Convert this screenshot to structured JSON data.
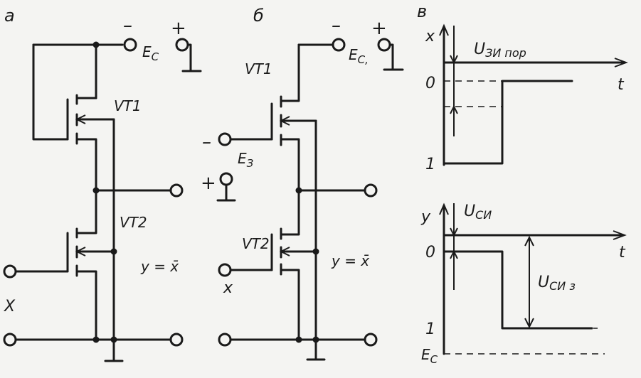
{
  "panels": {
    "a": {
      "tag": "а",
      "supply_minus": "–",
      "supply_plus": "+",
      "supply_label": "E",
      "supply_sub": "C",
      "vt1": "VT1",
      "vt2": "VT2",
      "input_label": "X",
      "output_label": "y = x̄"
    },
    "b": {
      "tag": "б",
      "supply_minus": "–",
      "supply_plus": "+",
      "supply_label": "E",
      "supply_sub": "C,",
      "gate_minus": "–",
      "gate_plus": "+",
      "gate_label": "E",
      "gate_sub": "З",
      "vt1": "VT1",
      "vt2": "VT2",
      "input_label": "x",
      "output_label": "y = x̄"
    },
    "c": {
      "tag": "в",
      "x_axis": "x",
      "t1": "t",
      "u_threshold": "U",
      "u_threshold_sub": "ЗИ пор",
      "level_0_top": "0",
      "level_1_top": "1",
      "y_axis": "y",
      "t2": "t",
      "u_si": "U",
      "u_si_sub": "СИ",
      "u_si3": "U",
      "u_si3_sub": "СИ з",
      "level_0_bot": "0",
      "level_1_bot": "1",
      "ec": "E",
      "ec_sub": "C"
    }
  },
  "colors": {
    "ink": "#1a1a1a",
    "paper": "#f4f4f2"
  }
}
